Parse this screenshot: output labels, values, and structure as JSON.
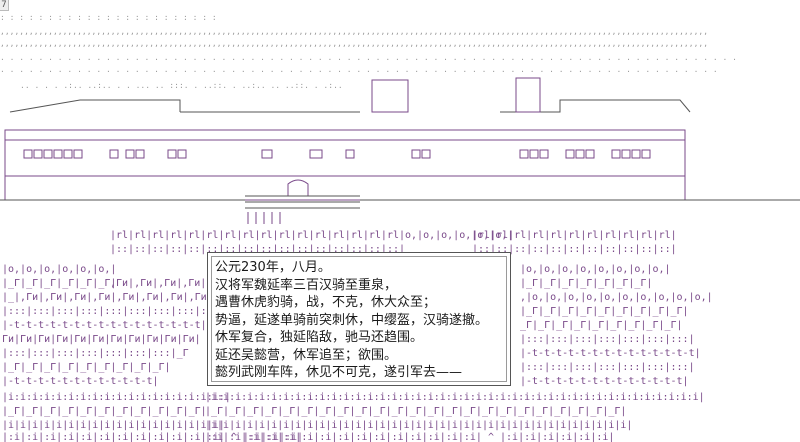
{
  "window": {
    "corner_tab": "7"
  },
  "palette": {
    "ink": "#7a4a8a",
    "dots": "#9a9a9a",
    "roof": "#555555"
  },
  "caption": {
    "lines": [
      "公元230年，八月。",
      "汉将军魏延率三百汉骑至重泉，",
      "遇曹休虎豹骑，战，不克，休大众至；",
      "势逼，延遂单骑前突刺休，中缨盔，汉骑遂撤。",
      "休军复合，独延陷敌，驰马还趋围。",
      "延还吴懿营，休军追至；欲围。",
      "懿列武刚车阵，休见不可克，遂引军去——"
    ]
  },
  "art_rows": {
    "helmets": "|o,|o,|o,|o,|o,|o,|o,|o,|o,|",
    "soldiers_a": "|_Г|_Г|_Г|_Г|_Г|_Г|",
    "soldiers_b": ",Ги|,Ги|,Ги|,Ги|,Ги|,Ги|,Ги|,Ги|",
    "spears": "|rl|rl|rl|rl|rl|rl|rl|rl|rl|rl|rl|rl|",
    "ground": "|_Г|_Г|_Г|_Г|_Г|_Г|_Г|_Г|",
    "dotted": ": : : : : : : : : : : : : : : : : : : : : : :"
  }
}
